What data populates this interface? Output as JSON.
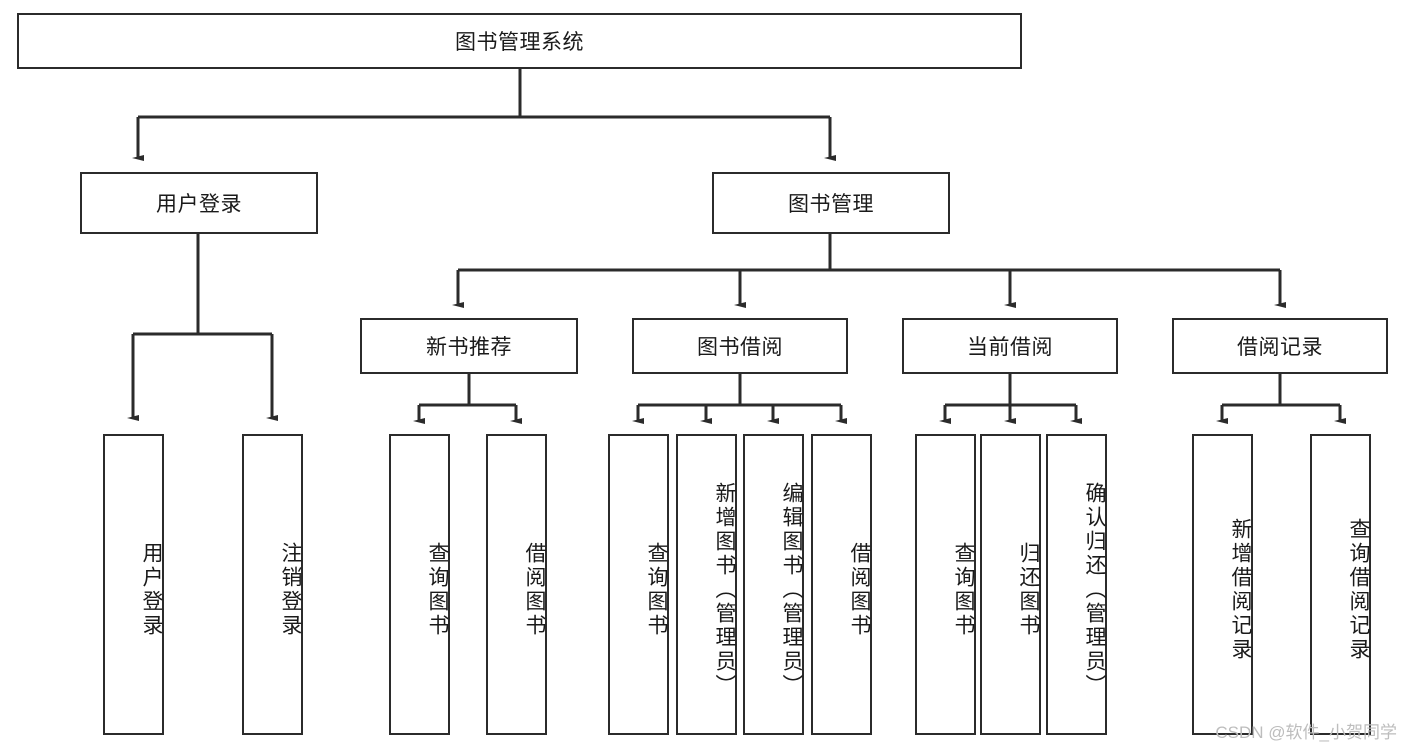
{
  "diagram": {
    "title": "图书管理系统",
    "type": "hierarchy-tree",
    "line_color": "#2b2b2b",
    "box_fill": "#ffffff",
    "text_color": "#1a1a1a"
  },
  "root": {
    "label": "图书管理系统"
  },
  "level2": [
    {
      "label": "用户登录"
    },
    {
      "label": "图书管理"
    }
  ],
  "level3": [
    {
      "label": "新书推荐"
    },
    {
      "label": "图书借阅"
    },
    {
      "label": "当前借阅"
    },
    {
      "label": "借阅记录"
    }
  ],
  "leaves": {
    "user_login": [
      {
        "label": "用户登录"
      },
      {
        "label": "注销登录"
      }
    ],
    "new_book_recommend": [
      {
        "label": "查询图书"
      },
      {
        "label": "借阅图书"
      }
    ],
    "book_borrow": [
      {
        "label": "查询图书"
      },
      {
        "label": "新增图书（管理员）"
      },
      {
        "label": "编辑图书（管理员）"
      },
      {
        "label": "借阅图书"
      }
    ],
    "current_borrow": [
      {
        "label": "查询图书"
      },
      {
        "label": "归还图书"
      },
      {
        "label": "确认归还（管理员）"
      }
    ],
    "borrow_records": [
      {
        "label": "新增借阅记录"
      },
      {
        "label": "查询借阅记录"
      }
    ]
  },
  "watermark": {
    "text": "CSDN @软件_小贺同学"
  }
}
